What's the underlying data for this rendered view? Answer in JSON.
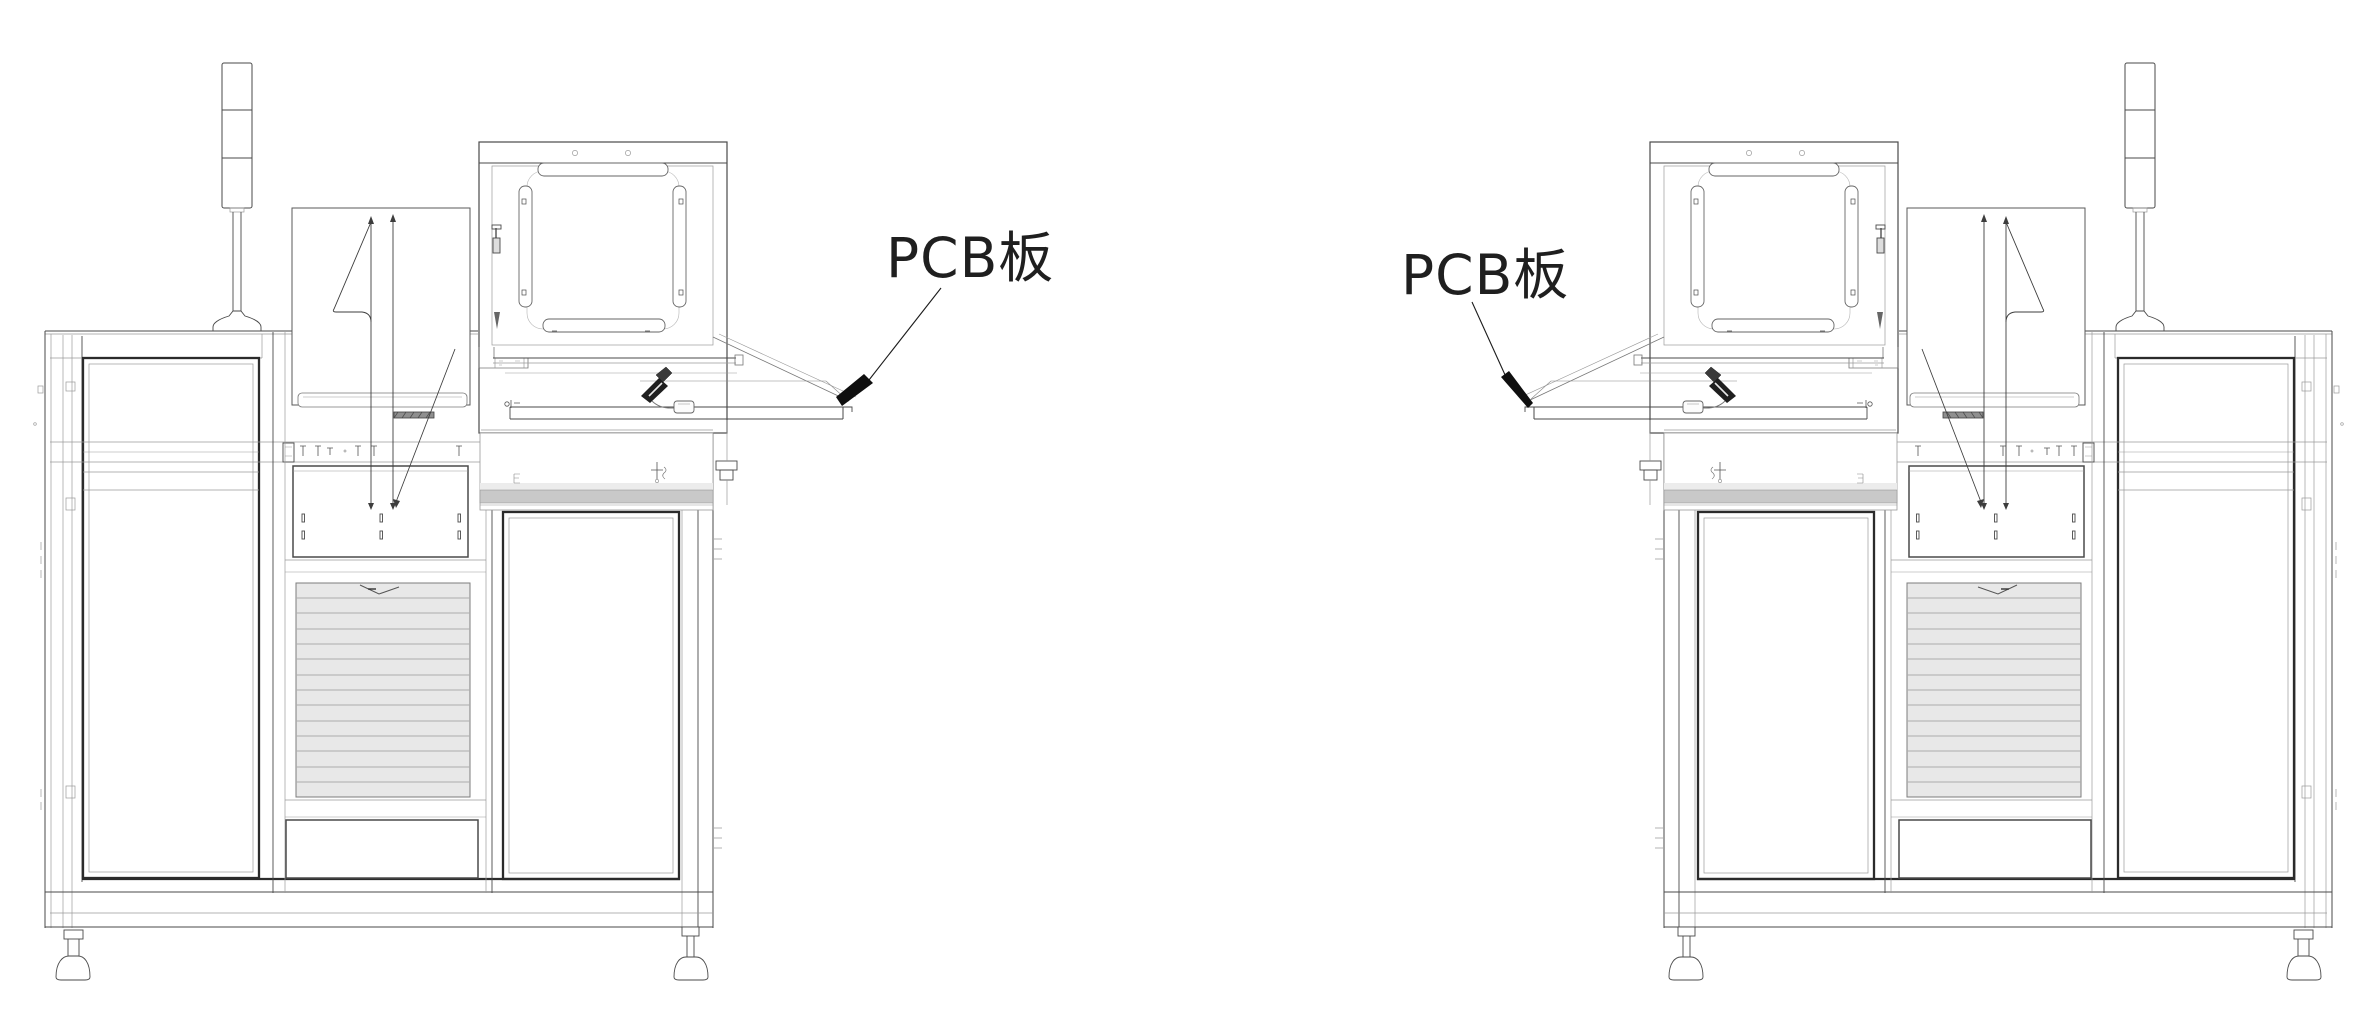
{
  "labels": [
    {
      "id": "pcb-left",
      "text": "PCB板"
    },
    {
      "id": "pcb-right",
      "text": "PCB板"
    }
  ],
  "colors": {
    "background": "#ffffff",
    "ink": "#4a4a4a",
    "outline": "#2b2b2b",
    "light_line": "#9a9a9a",
    "vent_fill": "#e8e8e8",
    "band_fill": "#c9c9c9",
    "label_ink": "#1f1f1f",
    "arrow_fill": "#0f0f0f"
  }
}
